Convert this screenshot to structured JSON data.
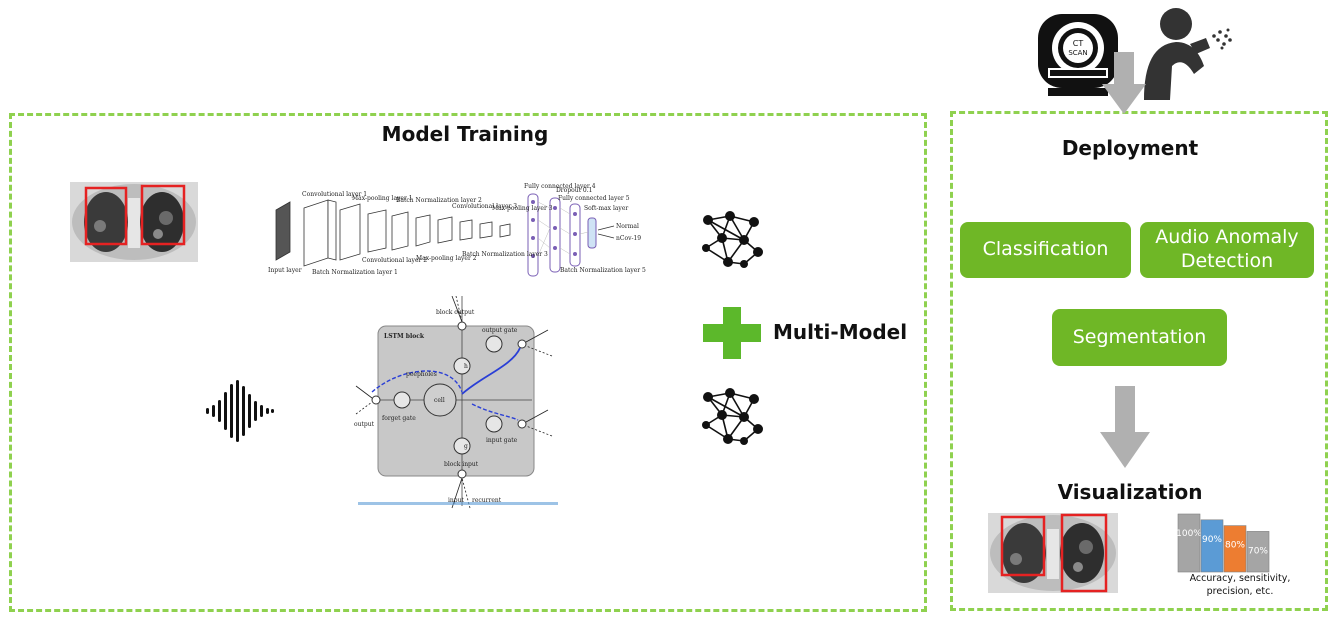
{
  "colors": {
    "panel_border": "#8fd14f",
    "button_green": "#6fb726",
    "plus_green": "#5cb82b",
    "arrow_gray": "#b0b0b0",
    "box_red": "#e52222",
    "bar_blue": "#5b9bd5",
    "bar_orange": "#ed7d31",
    "bar_gray": "#a5a5a5"
  },
  "training": {
    "title": "Model Training",
    "multi_model_label": "Multi-Model"
  },
  "cnn": {
    "labels": [
      "Input layer",
      "Convolutional layer 1",
      "Batch Normalization layer 1",
      "Max-pooling layer 1",
      "Convolutional layer 2",
      "Batch Normalization layer 2",
      "Max-pooling layer 2",
      "Convolutional layer 3",
      "Batch Normalization layer 3",
      "Max-pooling layer 3",
      "Fully connected layer 4",
      "Dropout 0.1",
      "Fully connected layer 5",
      "Batch Normalization layer 5",
      "Soft-max layer"
    ],
    "outputs": [
      "Normal",
      "nCov-19"
    ]
  },
  "lstm": {
    "block_title": "LSTM block",
    "labels": [
      "block output",
      "output gate",
      "peepholes",
      "cell",
      "forget gate",
      "input gate",
      "block input",
      "recurrent",
      "input",
      "output",
      "g",
      "h"
    ]
  },
  "deployment": {
    "title": "Deployment",
    "ct_label_1": "CT",
    "ct_label_2": "SCAN",
    "buttons": {
      "classification": "Classification",
      "audio_anomaly_line1": "Audio Anomaly",
      "audio_anomaly_line2": "Detection",
      "segmentation": "Segmentation"
    },
    "visualization_title": "Visualization",
    "metrics_caption_line1": "Accuracy, sensitivity,",
    "metrics_caption_line2": "precision, etc."
  },
  "chart_data": {
    "type": "bar",
    "categories": [
      "",
      "",
      "",
      ""
    ],
    "values": [
      100,
      90,
      80,
      70
    ],
    "value_labels": [
      "100%",
      "90%",
      "80%",
      "70%"
    ],
    "bar_colors": [
      "#a5a5a5",
      "#5b9bd5",
      "#ed7d31",
      "#a5a5a5"
    ],
    "ylim": [
      0,
      100
    ],
    "title": "",
    "xlabel": "Accuracy, sensitivity, precision, etc.",
    "ylabel": ""
  }
}
